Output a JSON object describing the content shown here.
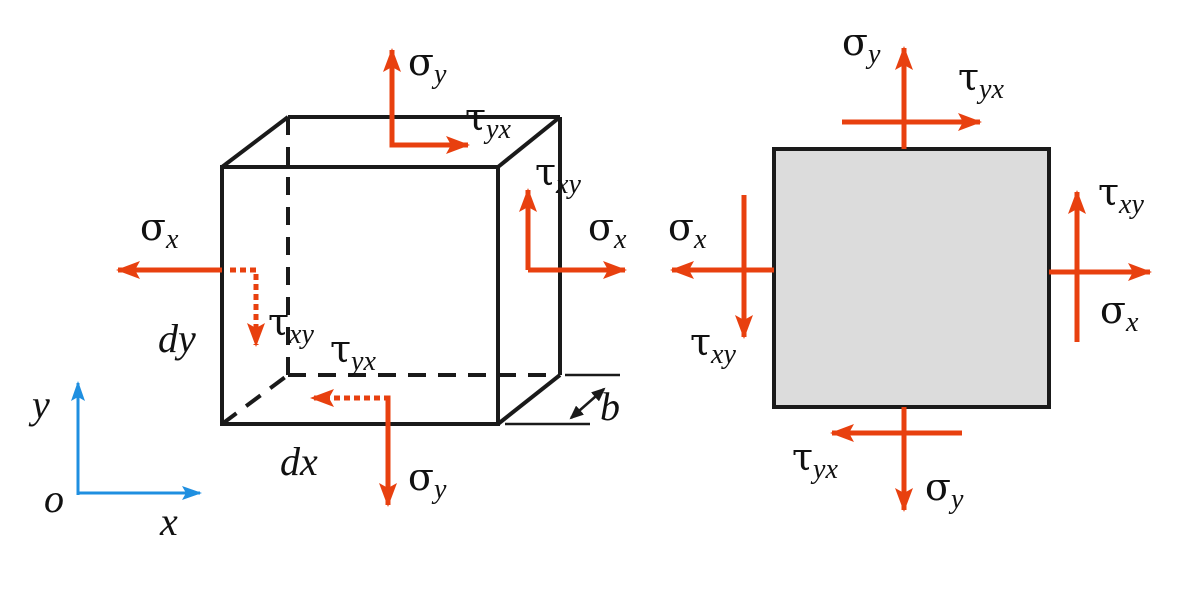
{
  "colors": {
    "stress_arrow": "#e8400f",
    "axis_arrow": "#1f8fe0",
    "edge": "#1a1a1a",
    "face_fill": "#dcdcdc"
  },
  "labels": {
    "sigma": "σ",
    "tau": "τ",
    "sub_x": "x",
    "sub_y": "y",
    "sub_xy": "xy",
    "sub_yx": "yx",
    "dx": "dx",
    "dy": "dy",
    "b": "b",
    "axis_x": "x",
    "axis_y": "y",
    "origin": "o"
  }
}
